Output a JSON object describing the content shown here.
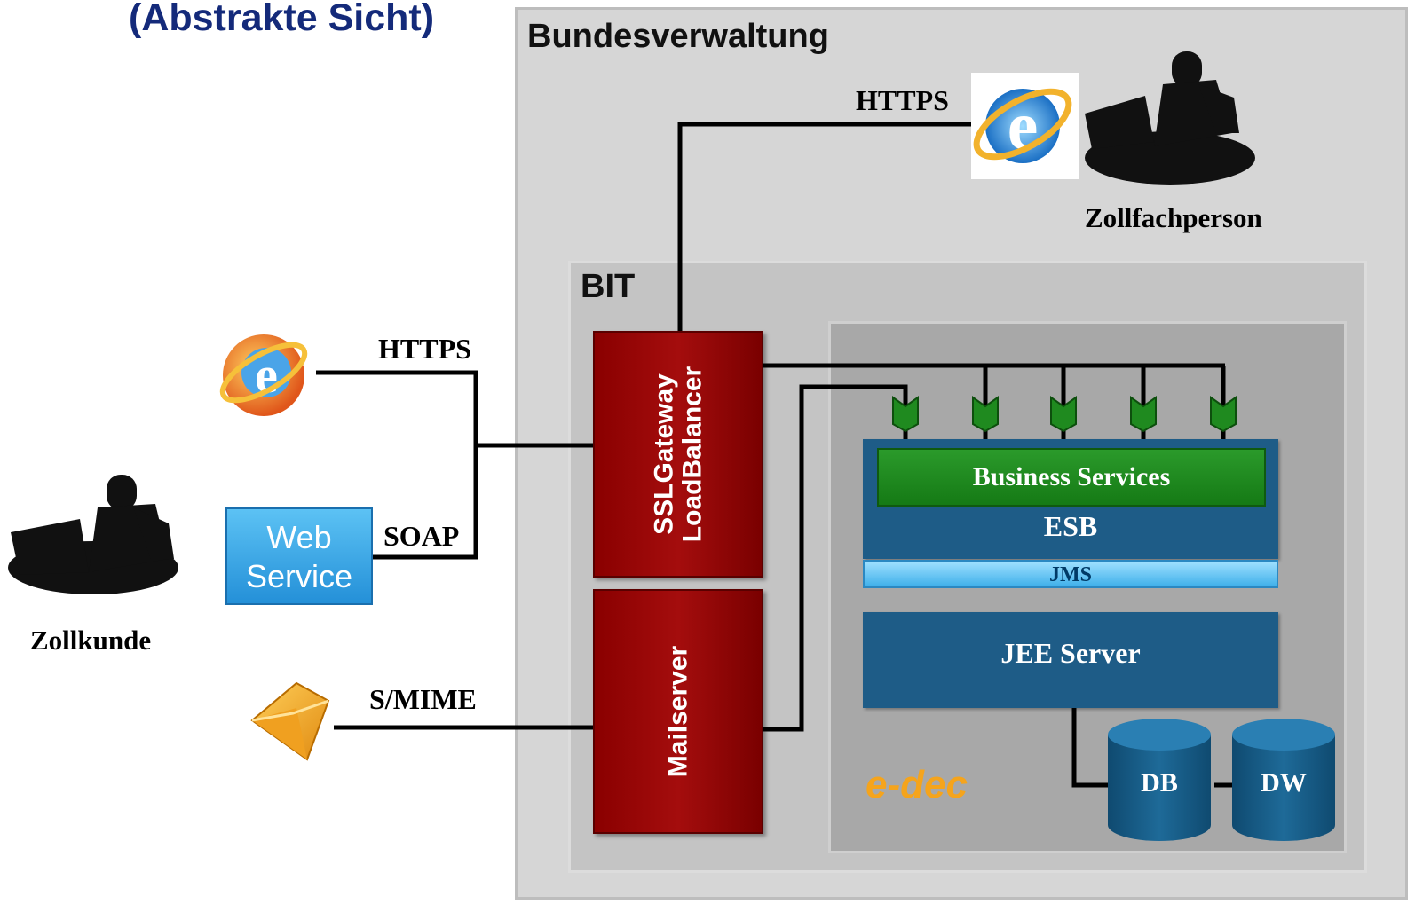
{
  "title": "(Abstrakte Sicht)",
  "zones": {
    "bundesverwaltung": "Bundesverwaltung",
    "bit": "BIT",
    "edec": "e-dec"
  },
  "components": {
    "ssl_gateway": "SSLGateway",
    "load_balancer": "LoadBalancer",
    "mailserver": "Mailserver",
    "business_services": "Business Services",
    "esb": "ESB",
    "jms": "JMS",
    "jee_server": "JEE Server",
    "db": "DB",
    "dw": "DW",
    "web_service_line1": "Web",
    "web_service_line2": "Service"
  },
  "connections": {
    "https_top": "HTTPS",
    "https_left": "HTTPS",
    "soap": "SOAP",
    "smime": "S/MIME"
  },
  "actors": {
    "zollfachperson": "Zollfachperson",
    "zollkunde": "Zollkunde"
  },
  "icons": [
    "internet-explorer-icon",
    "firefox-ie-icon",
    "email-envelope-icon",
    "person-at-laptop-icon",
    "database-icon",
    "connector-icon"
  ],
  "colors": {
    "red_box": "#8a0000",
    "esb_blue": "#1e5c87",
    "business_green": "#1f8a1f",
    "jms_light_blue": "#5cc6f5",
    "edec_orange": "#f5a41c",
    "title_blue": "#142a7a"
  }
}
